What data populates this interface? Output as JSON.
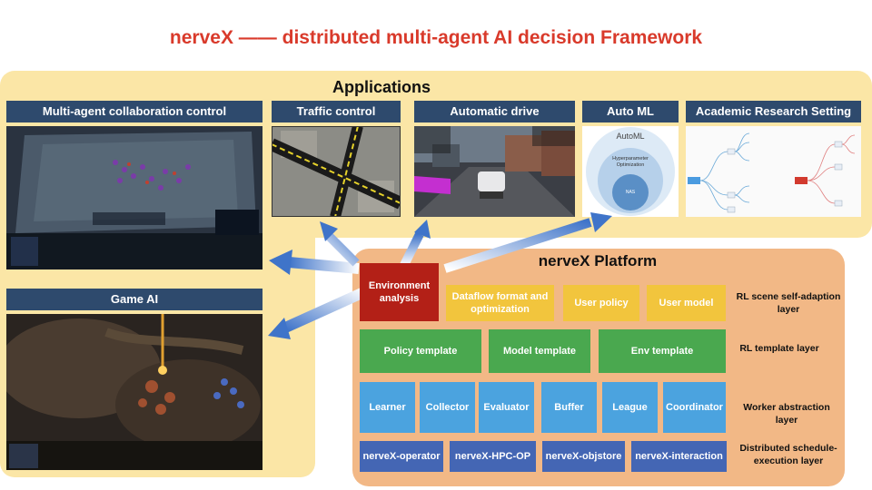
{
  "title": "nerveX —— distributed multi-agent AI decision Framework",
  "applications": {
    "title": "Applications",
    "panels": [
      {
        "label": "Multi-agent collaboration control"
      },
      {
        "label": "Traffic control"
      },
      {
        "label": "Automatic drive"
      },
      {
        "label": "Auto ML"
      },
      {
        "label": "Academic Research Setting"
      },
      {
        "label": "Game AI"
      }
    ],
    "automl_labels": {
      "outer": "AutoML",
      "middle": "Hyperparameter Optimization",
      "inner": "NAS"
    }
  },
  "platform": {
    "title": "nerveX Platform",
    "row1": [
      "Environment analysis",
      "Dataflow format and optimization",
      "User policy",
      "User model"
    ],
    "row2": [
      "Policy template",
      "Model template",
      "Env template"
    ],
    "row3": [
      "Learner",
      "Collector",
      "Evaluator",
      "Buffer",
      "League",
      "Coordinator"
    ],
    "row4": [
      "nerveX-operator",
      "nerveX-HPC-OP",
      "nerveX-objstore",
      "nerveX-interaction"
    ],
    "layers": [
      "RL scene self-adaption layer",
      "RL template layer",
      "Worker abstraction layer",
      "Distributed schedule-execution layer"
    ]
  },
  "colors": {
    "title": "#d93a2b",
    "panel_header": "#2e4a6d",
    "apps_bg": "#fbe6a6",
    "platform_bg": "#f2b886",
    "red": "#b32017",
    "yellow": "#f2c53d",
    "green": "#4aa84f",
    "blue": "#4ba3df",
    "navy": "#4466b4",
    "arrow": "#3f74c9"
  }
}
